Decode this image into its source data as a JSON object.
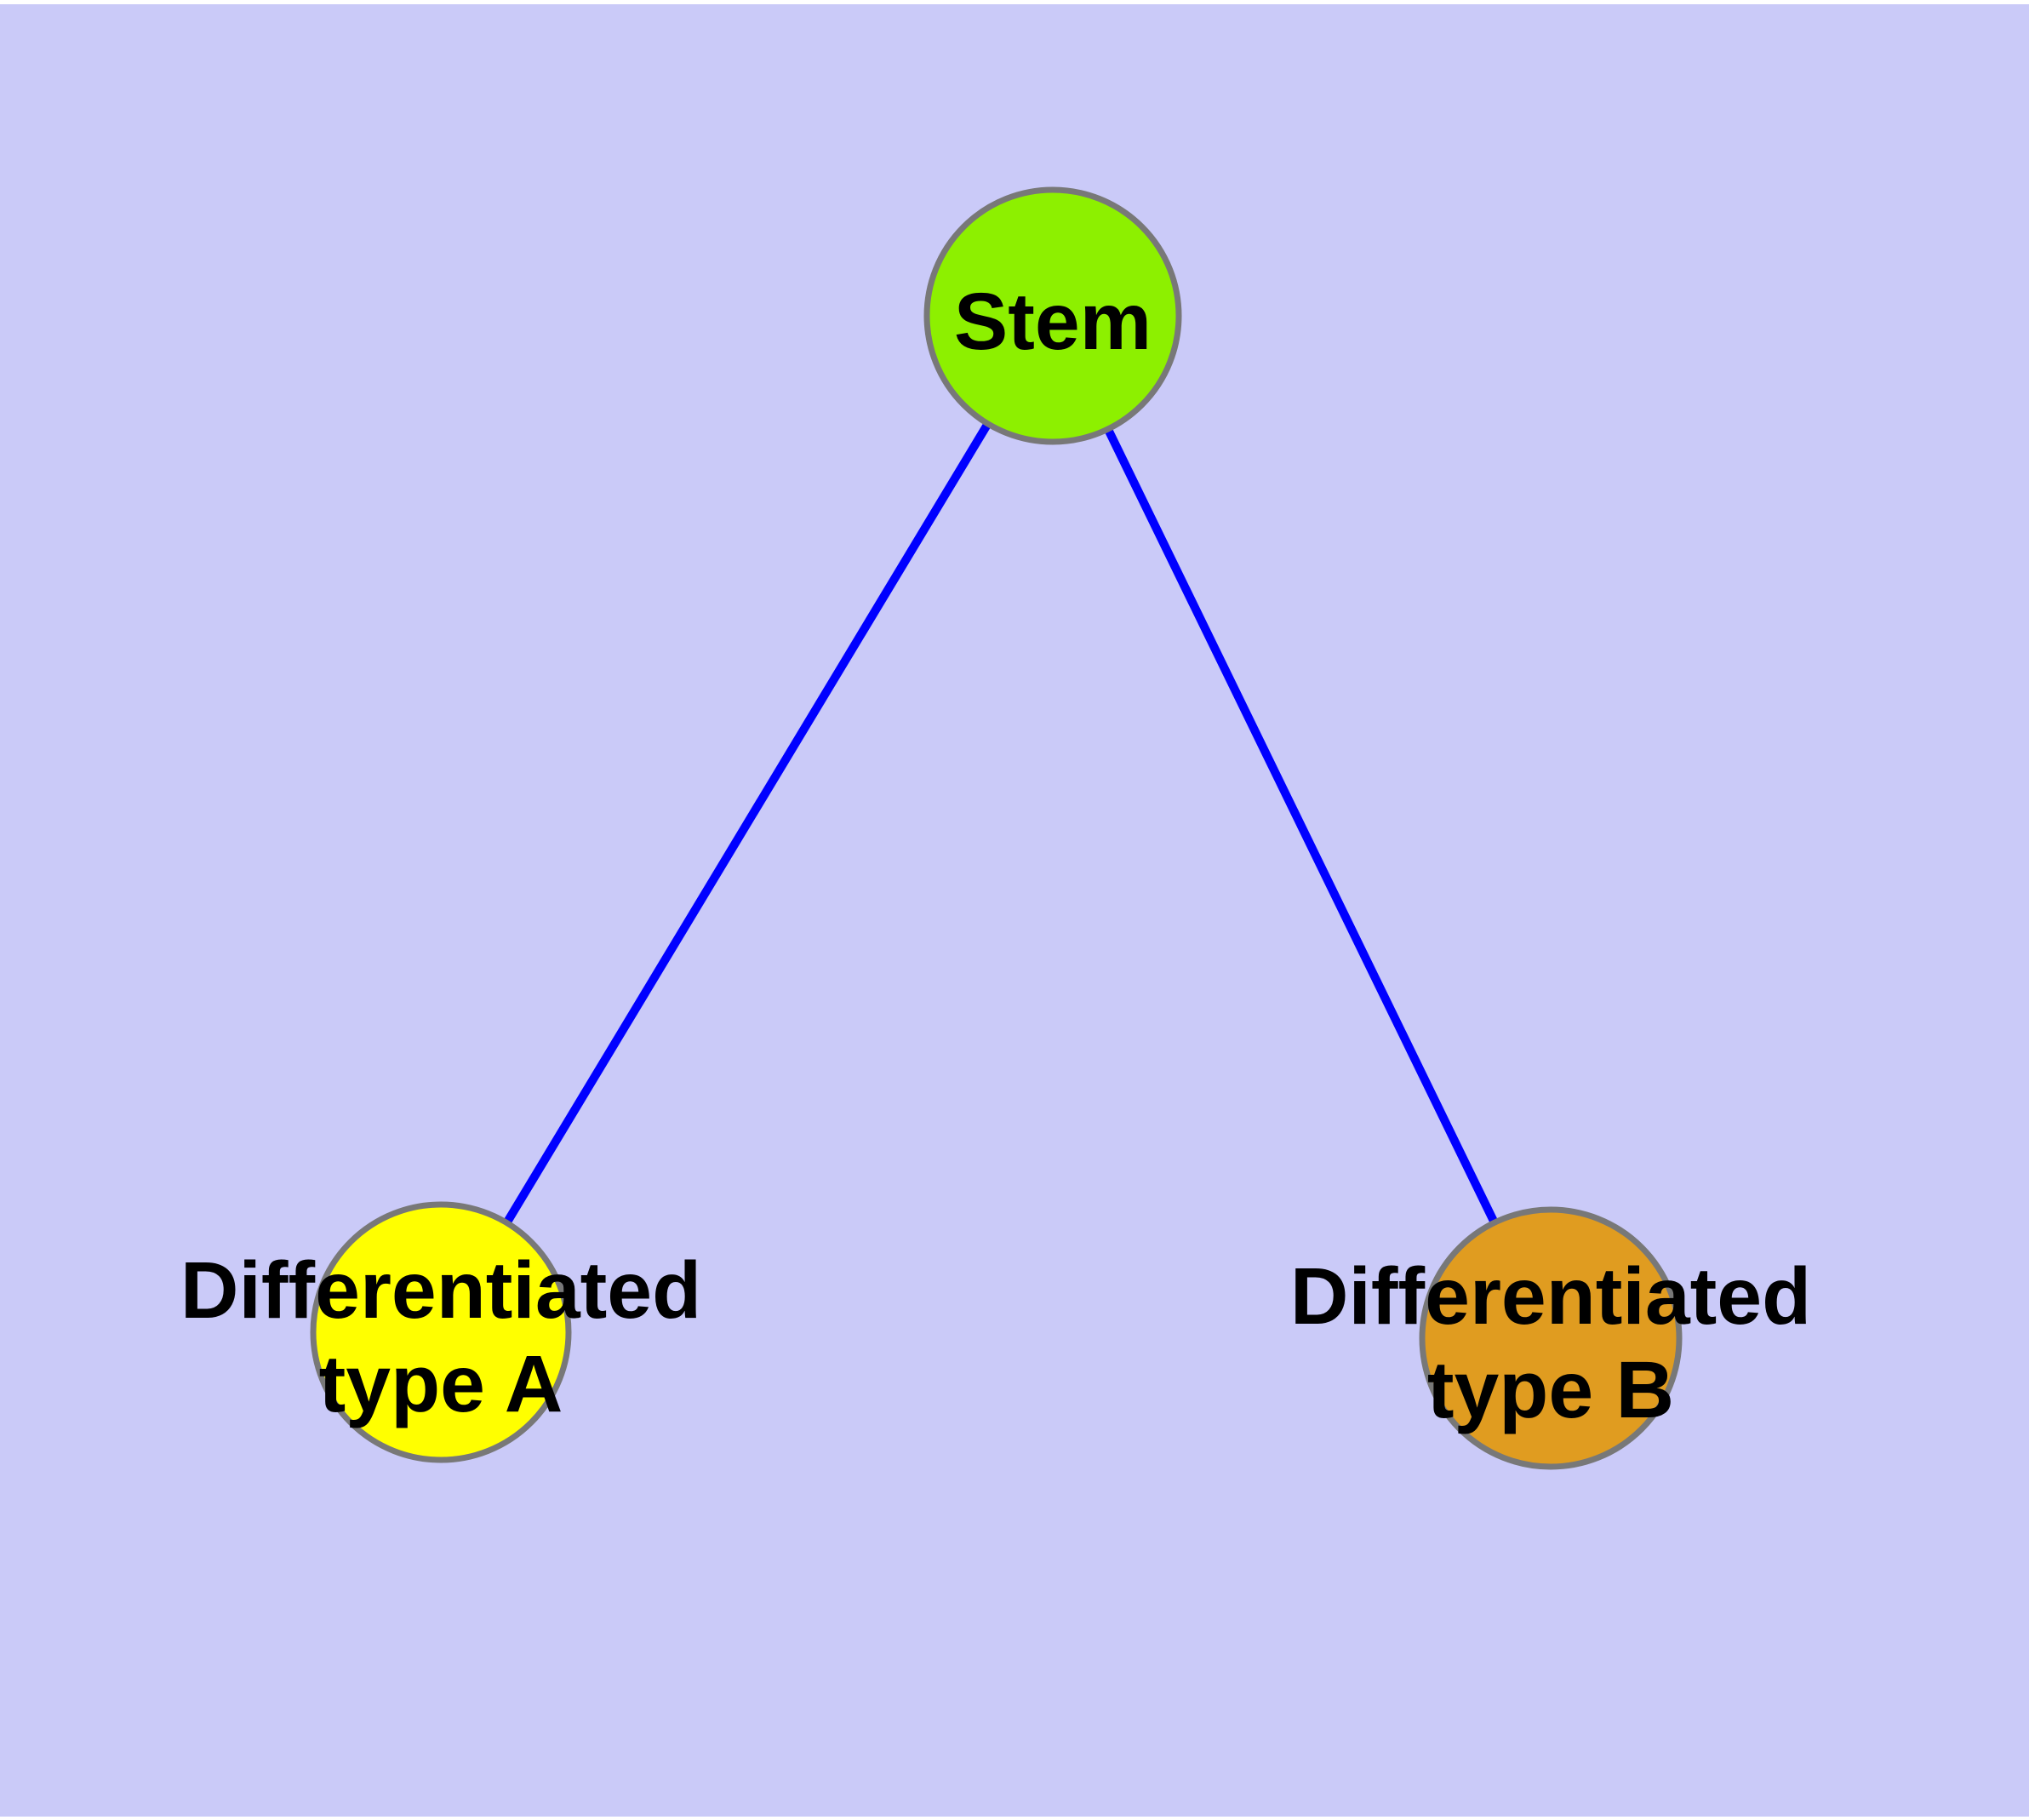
{
  "diagram": {
    "background_color": "#CACAF8",
    "margin_color": "#FFFFFF",
    "edge_color": "#0000FF",
    "node_border_color": "#787878",
    "label_color": "#000000",
    "nodes": [
      {
        "id": "stem",
        "label": "Stem",
        "fill": "#8DF000"
      },
      {
        "id": "differentiated-type-a",
        "label_line1": "Differentiated",
        "label_line2": "type A",
        "fill": "#FFFF00"
      },
      {
        "id": "differentiated-type-b",
        "label_line1": "Differentiated",
        "label_line2": "type B",
        "fill": "#E09C20"
      }
    ],
    "edges": [
      {
        "from": "stem",
        "to": "differentiated-type-a"
      },
      {
        "from": "stem",
        "to": "differentiated-type-b"
      }
    ]
  }
}
